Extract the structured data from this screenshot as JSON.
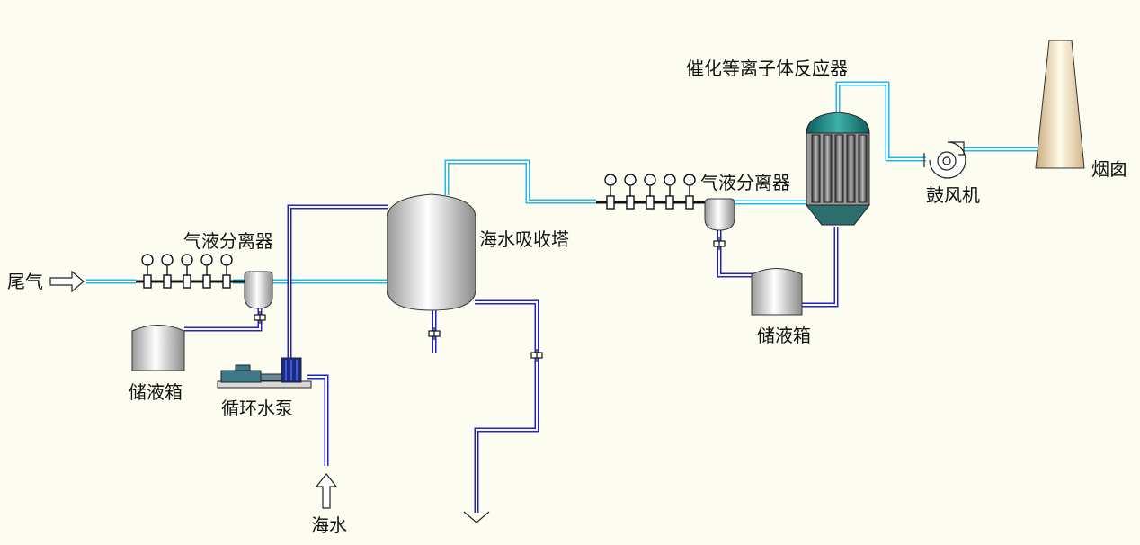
{
  "labels": {
    "tail_gas": "尾气",
    "separator_left": "气液分离器",
    "tank_left": "储液箱",
    "pump": "循环水泵",
    "seawater_in": "海水",
    "absorber": "海水吸收塔",
    "separator_right": "气液分离器",
    "reactor": "催化等离子体反应器",
    "blower": "鼓风机",
    "chimney": "烟囱",
    "tank_right": "储液箱"
  },
  "colors": {
    "background": "#fdfcf0",
    "gas_line": "#22b8e6",
    "water_line": "#2222cc",
    "reactor_cap": "#1f8a8a",
    "pump_motor": "#3a7a8a",
    "pump_body": "#1a2a8a"
  }
}
